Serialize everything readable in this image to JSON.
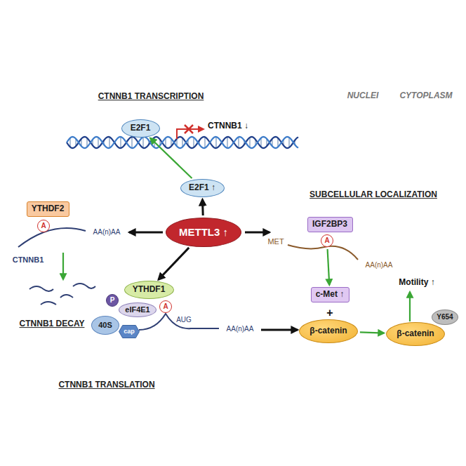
{
  "diagram": {
    "nodes": [
      {
        "text": [
          "CTNNB1 TRANSCRIPTION",
          "NUCLEI"
        ]
      },
      {
        "text": [
          "E2F1"
        ],
        "in": 0
      },
      {
        "text": [
          "E2F1 ↑"
        ]
      },
      {
        "text": [
          "METTL3 ↑"
        ]
      },
      {
        "text": [
          "YTHDF2"
        ]
      },
      {
        "text": [
          "A"
        ]
      },
      {
        "text": [
          "YTHDF1"
        ]
      },
      {
        "text": [
          "A"
        ]
      },
      {
        "text": [
          "eIF4E1"
        ]
      },
      {
        "text": [
          "P"
        ]
      },
      {
        "text": [
          "40S"
        ]
      },
      {
        "text": [
          "cap"
        ]
      },
      {
        "text": [
          "IGF2BP3"
        ]
      },
      {
        "text": [
          "A"
        ]
      },
      {
        "text": [
          "c-Met ↑"
        ]
      },
      {
        "text": [
          "β-catenin"
        ]
      },
      {
        "text": [
          "β-catenin"
        ]
      },
      {
        "text": [
          "Y654"
        ]
      }
    ],
    "edges": [
      {
        "from": 3,
        "to": 2,
        "arrow": "to"
      },
      {
        "from": 2,
        "to": 1,
        "arrow": "to"
      },
      {
        "from": 3,
        "to": 6,
        "arrow": "to"
      },
      {
        "from": 13,
        "to": 14,
        "arrow": "to"
      },
      {
        "from": 15,
        "to": 16,
        "arrow": "to"
      }
    ],
    "labels": [
      "CYTOPLASM",
      "CTNNB1 ↓",
      "CTNNB1",
      "AA(n)AA",
      "CTNNB1 DECAY",
      "SUBCELLULAR LOCALIZATION",
      "MET",
      "AA(n)AA",
      "+",
      "Motility ↑",
      "AUG",
      "AA(n)AA",
      "CTNNB1 TRANSLATION"
    ]
  }
}
